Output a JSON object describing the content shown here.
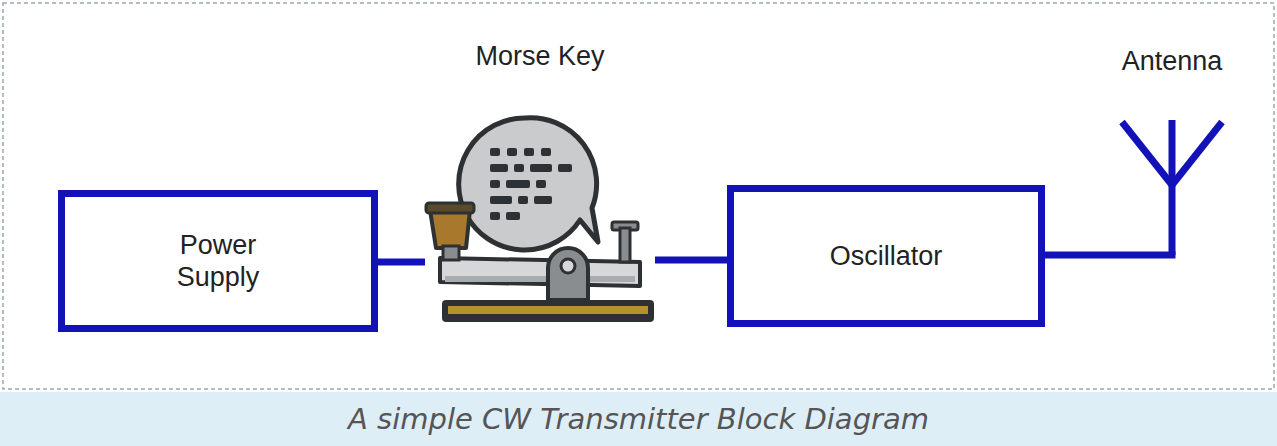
{
  "diagram": {
    "caption": "A simple CW Transmitter Block Diagram",
    "nodes": [
      {
        "text": [
          "Power Supply"
        ]
      },
      {
        "text": [
          "Morse Key"
        ]
      },
      {
        "text": [
          "Oscillator"
        ]
      },
      {
        "text": [
          "Antenna"
        ]
      }
    ],
    "edges": [
      {
        "from": 0,
        "to": 1,
        "arrow": "none"
      },
      {
        "from": 1,
        "to": 2,
        "arrow": "none"
      },
      {
        "from": 2,
        "to": 3,
        "arrow": "none"
      }
    ]
  }
}
